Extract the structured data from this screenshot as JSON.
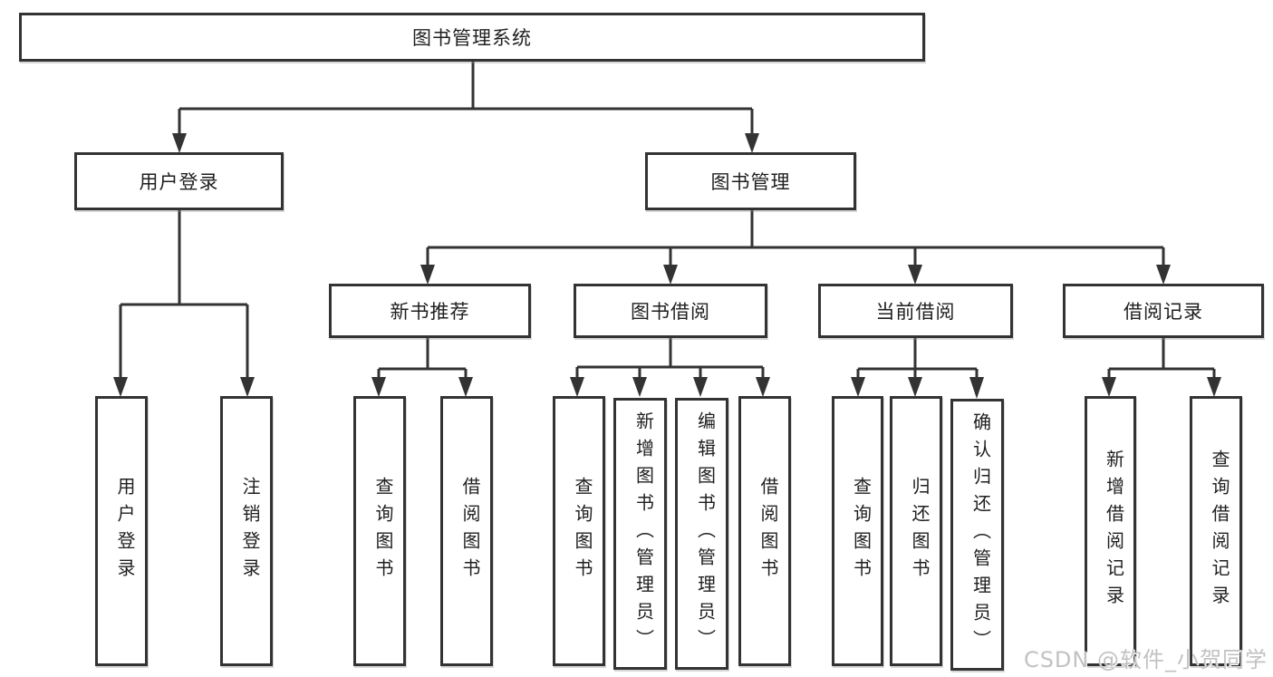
{
  "tree": {
    "label": "图书管理系统",
    "children": [
      {
        "label": "用户登录",
        "children": [
          {
            "label": "用户登录"
          },
          {
            "label": "注销登录"
          }
        ]
      },
      {
        "label": "图书管理",
        "children": [
          {
            "label": "新书推荐",
            "children": [
              {
                "label": "查询图书"
              },
              {
                "label": "借阅图书"
              }
            ]
          },
          {
            "label": "图书借阅",
            "children": [
              {
                "label": "查询图书"
              },
              {
                "label": "新增图书（管理员）"
              },
              {
                "label": "编辑图书（管理员）"
              },
              {
                "label": "借阅图书"
              }
            ]
          },
          {
            "label": "当前借阅",
            "children": [
              {
                "label": "查询图书"
              },
              {
                "label": "归还图书"
              },
              {
                "label": "确认归还（管理员）"
              }
            ]
          },
          {
            "label": "借阅记录",
            "children": [
              {
                "label": "新增借阅记录"
              },
              {
                "label": "查询借阅记录"
              }
            ]
          }
        ]
      }
    ]
  },
  "watermark": "CSDN @软件_小贺同学",
  "colors": {
    "line": "#333333",
    "box_border": "#333333",
    "text": "#1f1f1f",
    "background": "#ffffff",
    "watermark": "#c2c2c2"
  }
}
